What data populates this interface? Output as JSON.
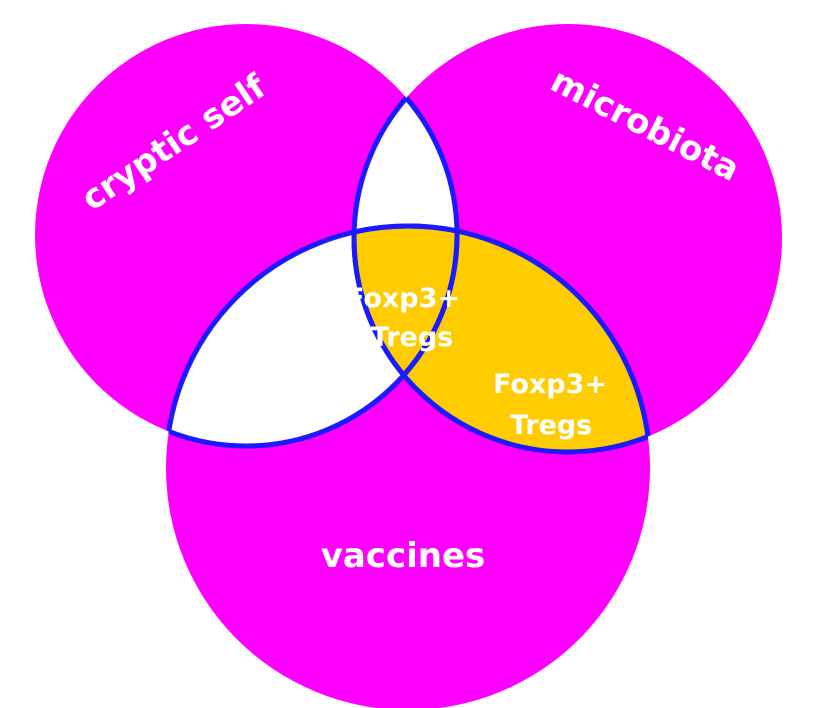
{
  "diagram": {
    "type": "venn",
    "sets": [
      {
        "name": "cryptic self"
      },
      {
        "name": "microbiota"
      },
      {
        "name": "vaccines"
      }
    ],
    "regions": {
      "all_three": {
        "line1": "Foxp3+",
        "line2": "Tregs"
      },
      "microbiota_vaccines": {
        "line1": "Foxp3+",
        "line2": "Tregs"
      }
    },
    "colors": {
      "circle_fill": "#ff00ff",
      "highlight_fill": "#ffcc00",
      "other_overlap_fill": "#ffffff",
      "outline": "#1a1aff",
      "label_text": "#ffffff"
    }
  }
}
